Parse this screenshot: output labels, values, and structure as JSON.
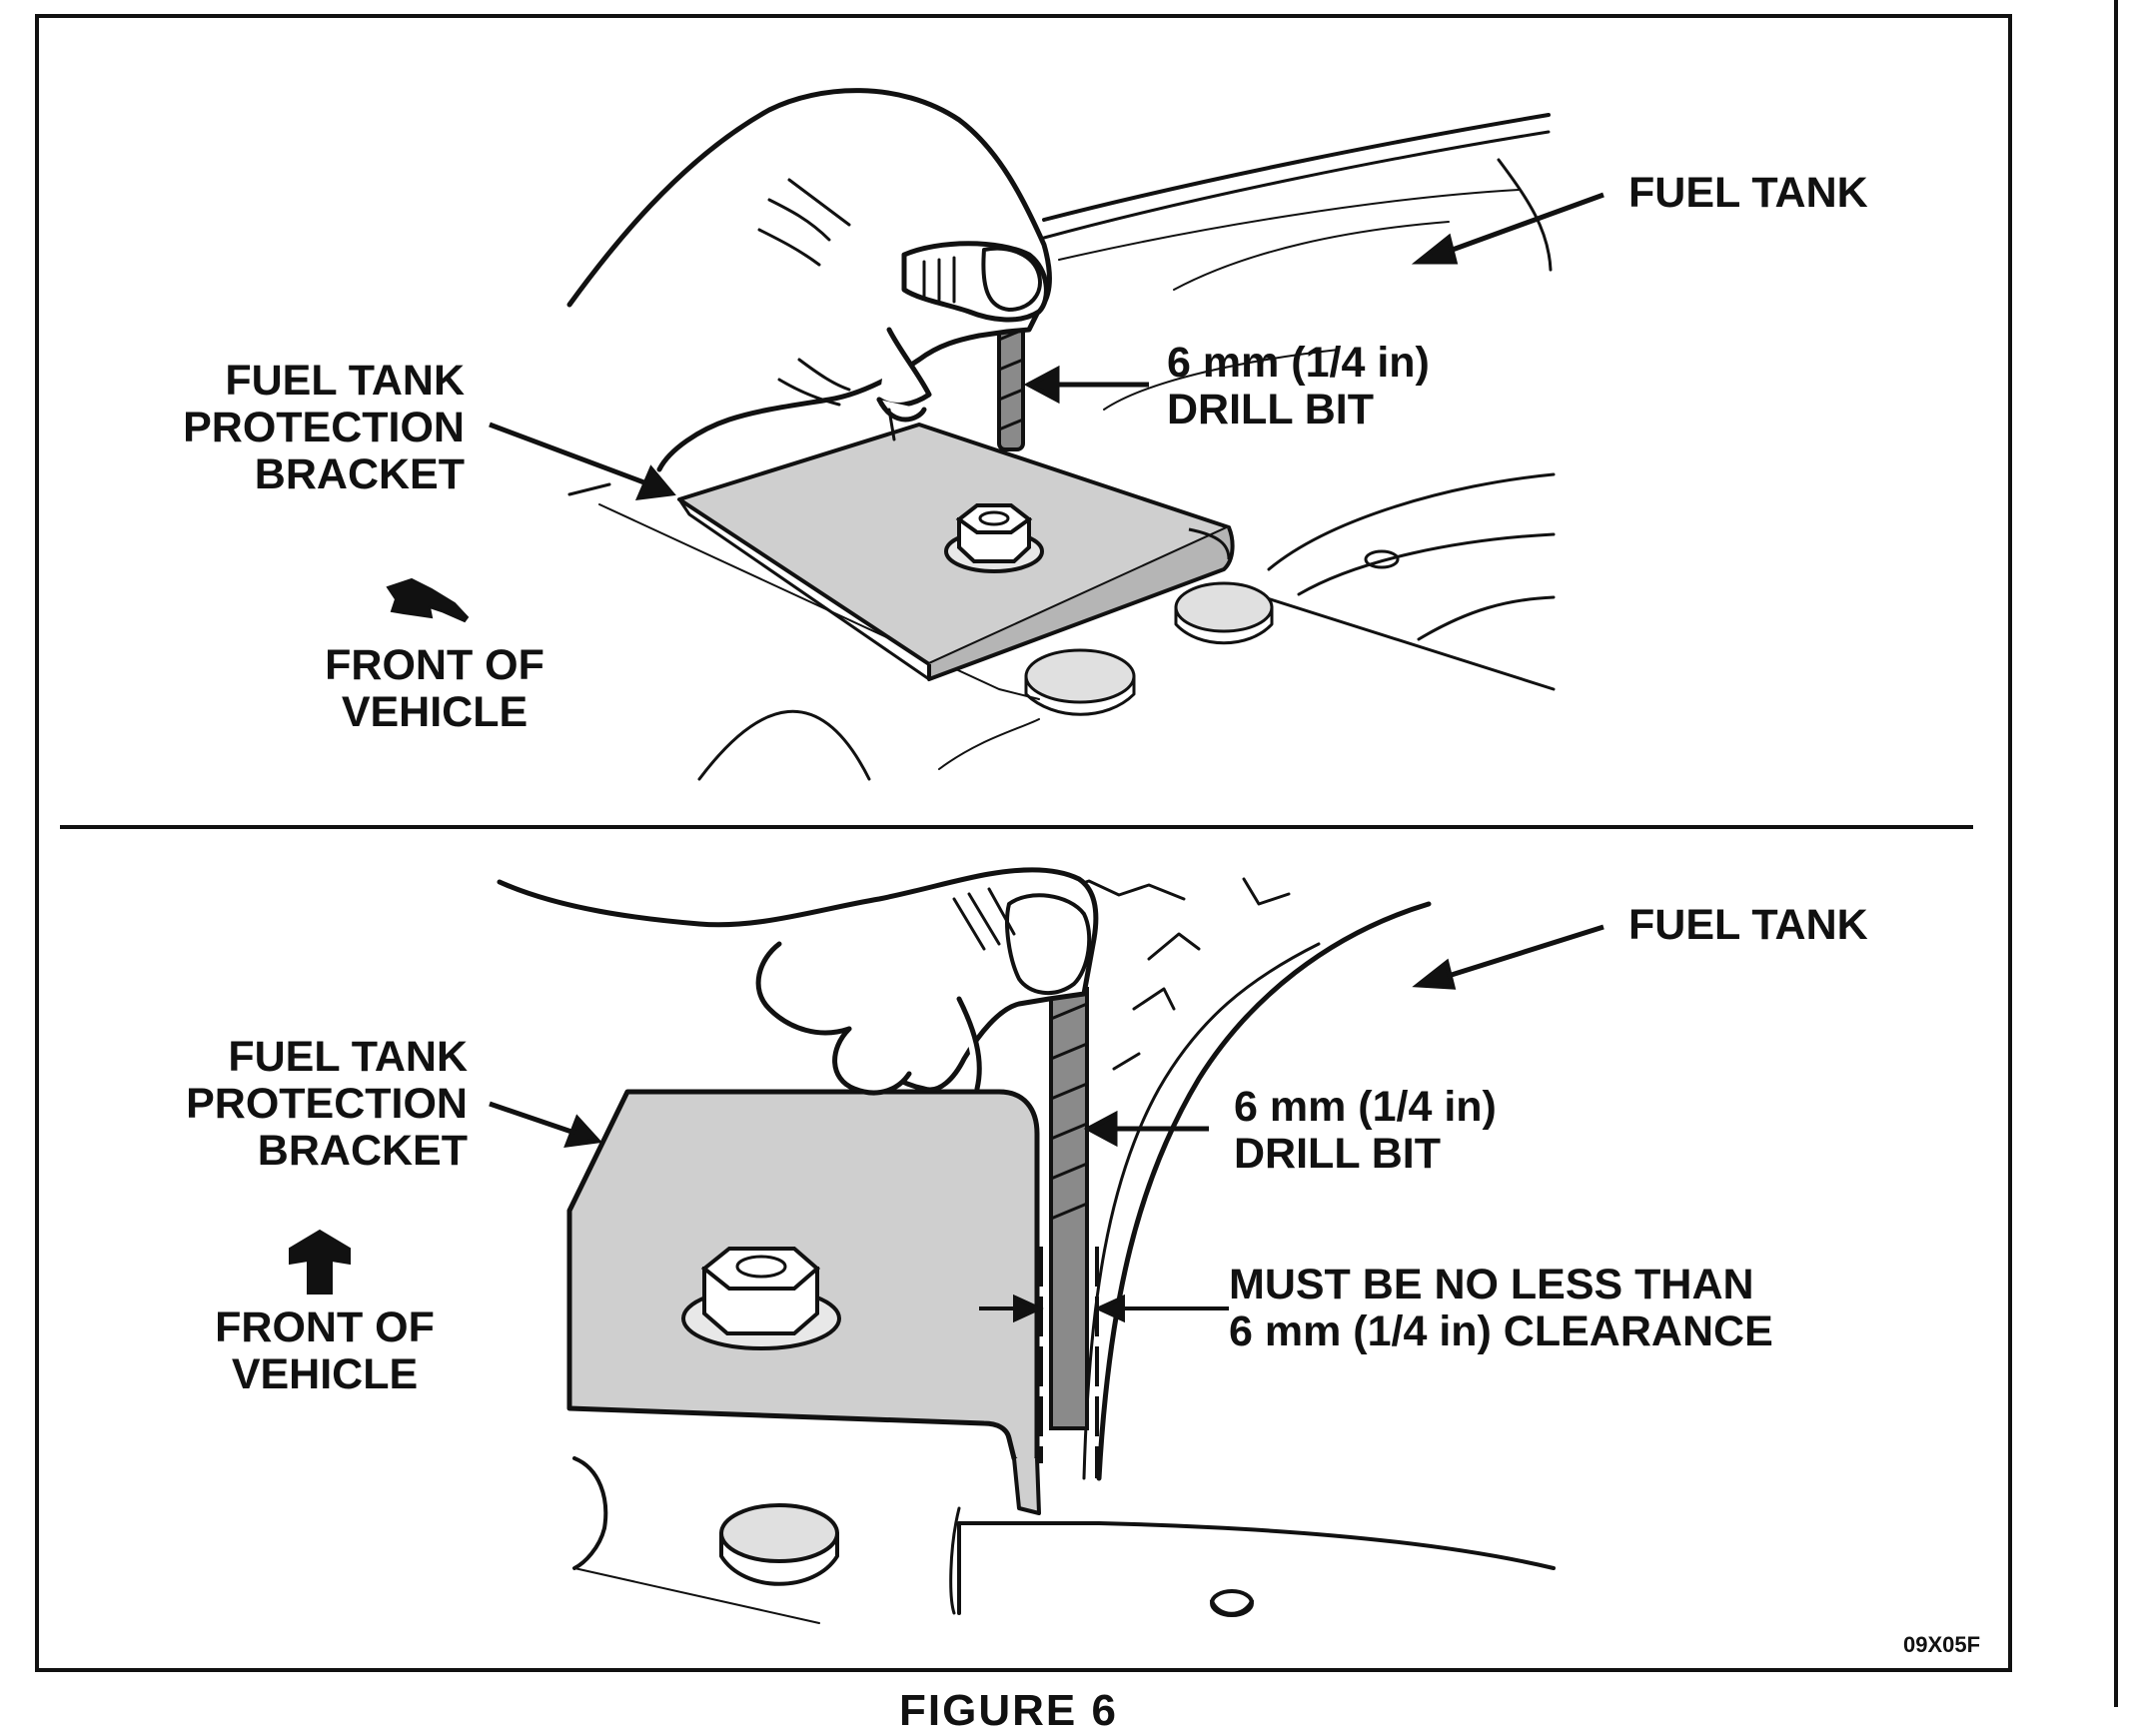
{
  "top_panel": {
    "fuel_tank_label": "FUEL TANK",
    "drill_bit_line1": "6 mm (1/4 in)",
    "drill_bit_line2": "DRILL BIT",
    "bracket_line1": "FUEL TANK",
    "bracket_line2": "PROTECTION",
    "bracket_line3": "BRACKET",
    "front_line1": "FRONT OF",
    "front_line2": "VEHICLE"
  },
  "bottom_panel": {
    "fuel_tank_label": "FUEL TANK",
    "drill_bit_line1": "6 mm (1/4 in)",
    "drill_bit_line2": "DRILL BIT",
    "bracket_line1": "FUEL TANK",
    "bracket_line2": "PROTECTION",
    "bracket_line3": "BRACKET",
    "front_line1": "FRONT OF",
    "front_line2": "VEHICLE",
    "clearance_line1": "MUST BE NO LESS THAN",
    "clearance_line2": "6 mm (1/4 in) CLEARANCE"
  },
  "figure_code": "09X05F",
  "caption": "FIGURE 6",
  "colors": {
    "ink": "#111111",
    "bracket_fill": "#cfcfcf",
    "drill_fill": "#8a8a8a",
    "background": "#ffffff"
  },
  "icons": [
    "front-arrow-icon",
    "hand-illustration",
    "drill-bit-illustration",
    "hex-nut-illustration"
  ]
}
